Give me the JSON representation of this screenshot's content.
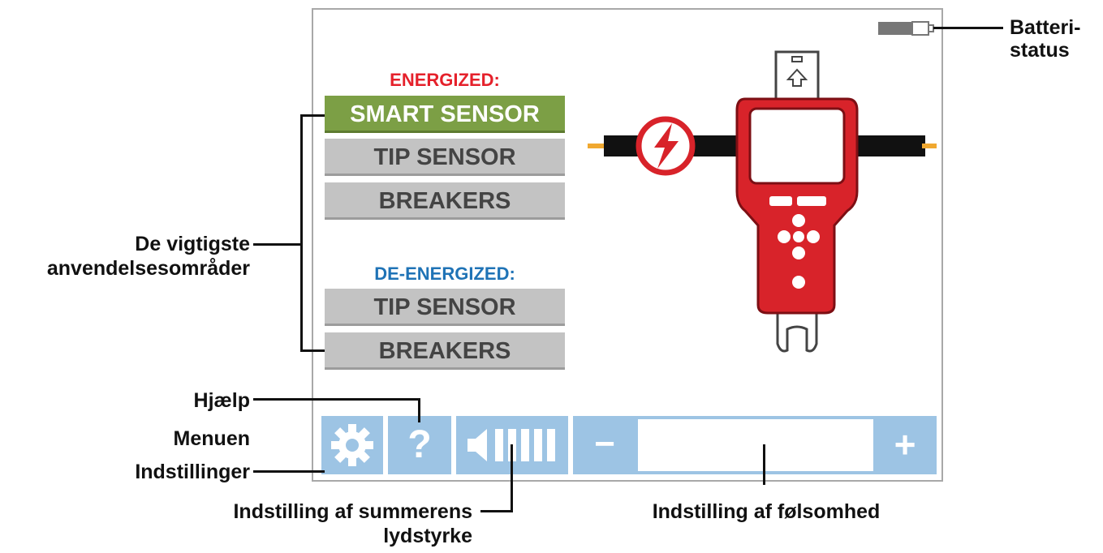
{
  "screen": {
    "energized_header": "ENERGIZED:",
    "energized_color": "#e5212b",
    "deenergized_header": "DE-ENERGIZED:",
    "deenergized_color": "#1f73b6",
    "energized_modes": [
      "SMART SENSOR",
      "TIP SENSOR",
      "BREAKERS"
    ],
    "deenergized_modes": [
      "TIP SENSOR",
      "BREAKERS"
    ],
    "active_mode": "SMART SENSOR",
    "active_color": "#7c9f45",
    "toolbar": {
      "settings_icon": "gear-icon",
      "help_label": "?",
      "volume_icon": "speaker-volume-icon",
      "minus_label": "−",
      "plus_label": "+"
    },
    "battery_icon": "battery-icon",
    "device_icon": "tester-device-icon",
    "hazard_icon": "high-voltage-icon",
    "device_color": "#d8232a"
  },
  "callouts": {
    "battery": [
      "Batteri-",
      "status"
    ],
    "main_uses": [
      "De vigtigste",
      "anvendelsesområder"
    ],
    "help": "Hjælp",
    "menu": "Menuen",
    "settings": "Indstillinger",
    "buzzer_volume": [
      "Indstilling af summerens",
      "lydstyrke"
    ],
    "sensitivity": "Indstilling af følsomhed"
  }
}
